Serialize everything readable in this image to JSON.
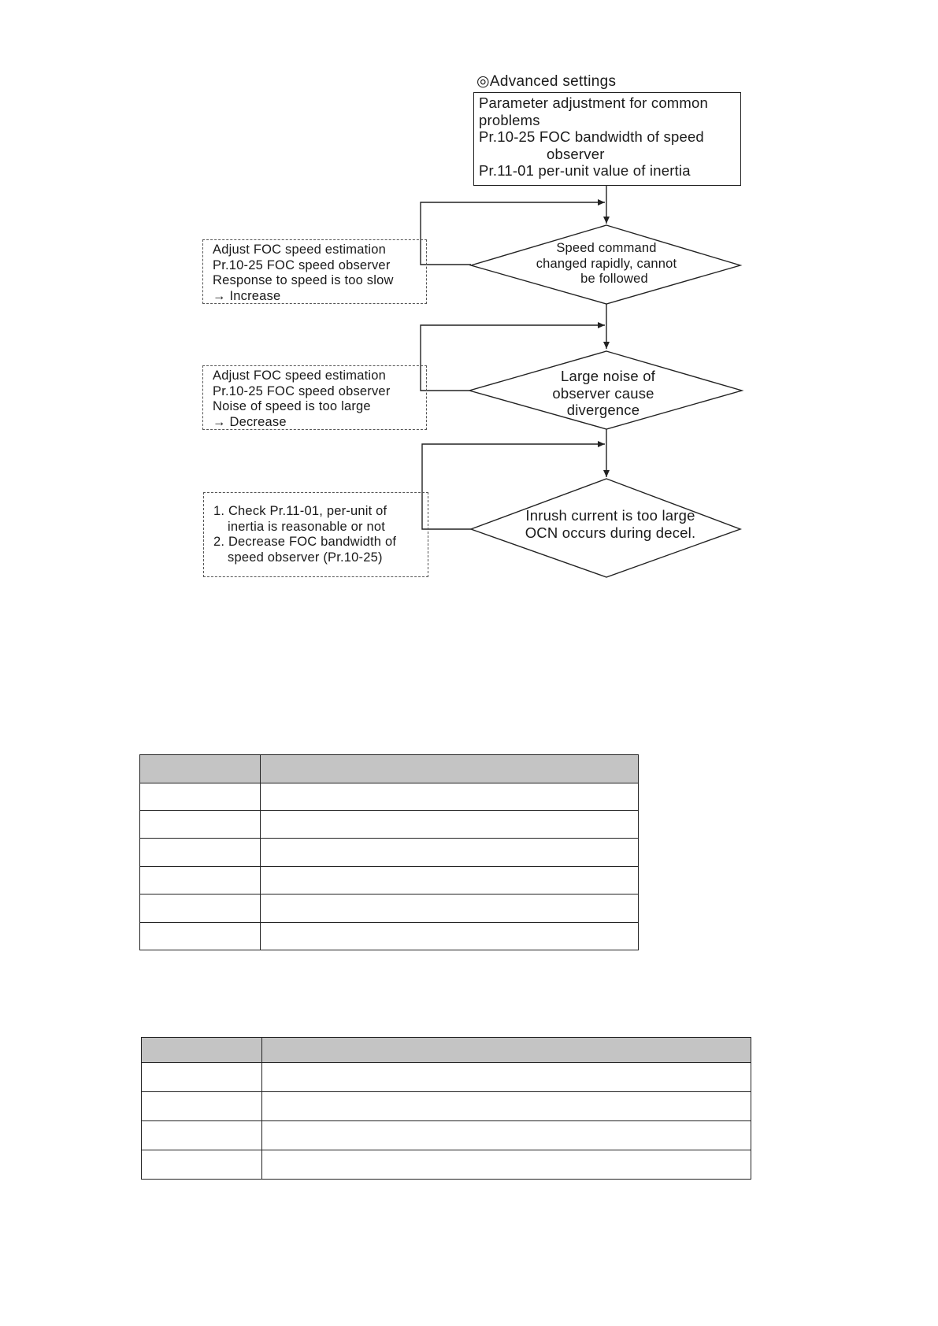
{
  "diagram": {
    "title": "◎Advanced settings",
    "param_box": {
      "line1": "Parameter adjustment for common",
      "line2": "problems",
      "line3": "Pr.10-25 FOC bandwidth of speed",
      "line4": "observer",
      "line5": "Pr.11-01 per-unit value of inertia"
    },
    "decisions": [
      {
        "line1": "Speed command",
        "line2": "changed rapidly, cannot",
        "line3": "be followed"
      },
      {
        "line1": "Large noise of",
        "line2": "observer cause",
        "line3": "divergence"
      },
      {
        "line1": "Inrush current is too large",
        "line2": "OCN occurs during decel."
      }
    ],
    "actions": [
      {
        "line1": "Adjust FOC speed estimation",
        "line2": "Pr.10-25 FOC speed observer",
        "line3": "Response to speed is too slow",
        "line4": "→ Increase"
      },
      {
        "line1": "Adjust FOC speed estimation",
        "line2": "Pr.10-25 FOC speed observer",
        "line3": "Noise of speed is too large",
        "line4": "→ Decrease"
      },
      {
        "line1": "1. Check Pr.11-01, per-unit of",
        "line2": "inertia is reasonable or not",
        "line3": "2. Decrease FOC bandwidth of",
        "line4": "speed observer (Pr.10-25)"
      }
    ]
  },
  "table1": {
    "header": [
      "",
      ""
    ],
    "rows": [
      [
        "",
        ""
      ],
      [
        "",
        ""
      ],
      [
        "",
        ""
      ],
      [
        "",
        ""
      ],
      [
        "",
        ""
      ],
      [
        "",
        ""
      ]
    ]
  },
  "table2": {
    "header": [
      "",
      ""
    ],
    "rows": [
      [
        "",
        ""
      ],
      [
        "",
        ""
      ],
      [
        "",
        ""
      ],
      [
        "",
        ""
      ]
    ]
  },
  "colors": {
    "line": "#222222",
    "dash": "#555555",
    "table_header": "#c4c4c4"
  }
}
